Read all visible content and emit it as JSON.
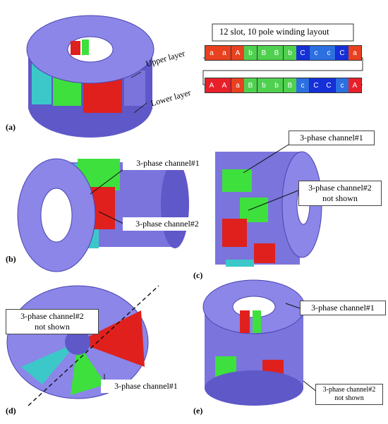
{
  "panels": {
    "a": "(a)",
    "b": "(b)",
    "c": "(c)",
    "d": "(d)",
    "e": "(e)"
  },
  "layout": {
    "title": "12 slot, 10 pole winding layout",
    "upper_label": "Upper layer",
    "lower_label": "Lower layer",
    "upper_coils": [
      {
        "left": "a",
        "right": "a",
        "lc": "#e8411f",
        "rc": "#e8411f"
      },
      {
        "left": "A",
        "right": "b",
        "lc": "#e8411f",
        "rc": "#4fd04f"
      },
      {
        "left": "B",
        "right": "B",
        "lc": "#4fd04f",
        "rc": "#4fd04f"
      },
      {
        "left": "b",
        "right": "C",
        "lc": "#4fd04f",
        "rc": "#1530d8"
      },
      {
        "left": "c",
        "right": "c",
        "lc": "#2c6fe0",
        "rc": "#2c6fe0"
      },
      {
        "left": "C",
        "right": "a",
        "lc": "#1530d8",
        "rc": "#e8411f"
      }
    ],
    "lower_coils": [
      {
        "left": "A",
        "right": "A",
        "lc": "#e8202a",
        "rc": "#e8202a"
      },
      {
        "left": "a",
        "right": "B",
        "lc": "#e8411f",
        "rc": "#4fd04f"
      },
      {
        "left": "b",
        "right": "b",
        "lc": "#4fd04f",
        "rc": "#4fd04f"
      },
      {
        "left": "B",
        "right": "c",
        "lc": "#4fd04f",
        "rc": "#2c6fe0"
      },
      {
        "left": "C",
        "right": "C",
        "lc": "#1530d8",
        "rc": "#1530d8"
      },
      {
        "left": "c",
        "right": "A",
        "lc": "#2c6fe0",
        "rc": "#e8202a"
      }
    ]
  },
  "callouts": {
    "b_ch1": "3-phase channel#1",
    "b_ch2": "3-phase channel#2",
    "c_ch1": "3-phase channel#1",
    "c_ch2_line1": "3-phase channel#2",
    "c_ch2_line2": "not shown",
    "d_ch2_line1": "3-phase channel#2",
    "d_ch2_line2": "not shown",
    "d_ch1": "3-phase channel#1",
    "e_ch1": "3-phase channel#1",
    "e_ch2_line1": "3-phase channel#2",
    "e_ch2_line2": "not shown"
  },
  "colors": {
    "stator": "#8b86e8",
    "stator_dark": "#5f58c8",
    "stator_light": "#b2aef5",
    "red": "#e0201c",
    "green": "#3ee03e",
    "cyan": "#3cc8c8"
  }
}
